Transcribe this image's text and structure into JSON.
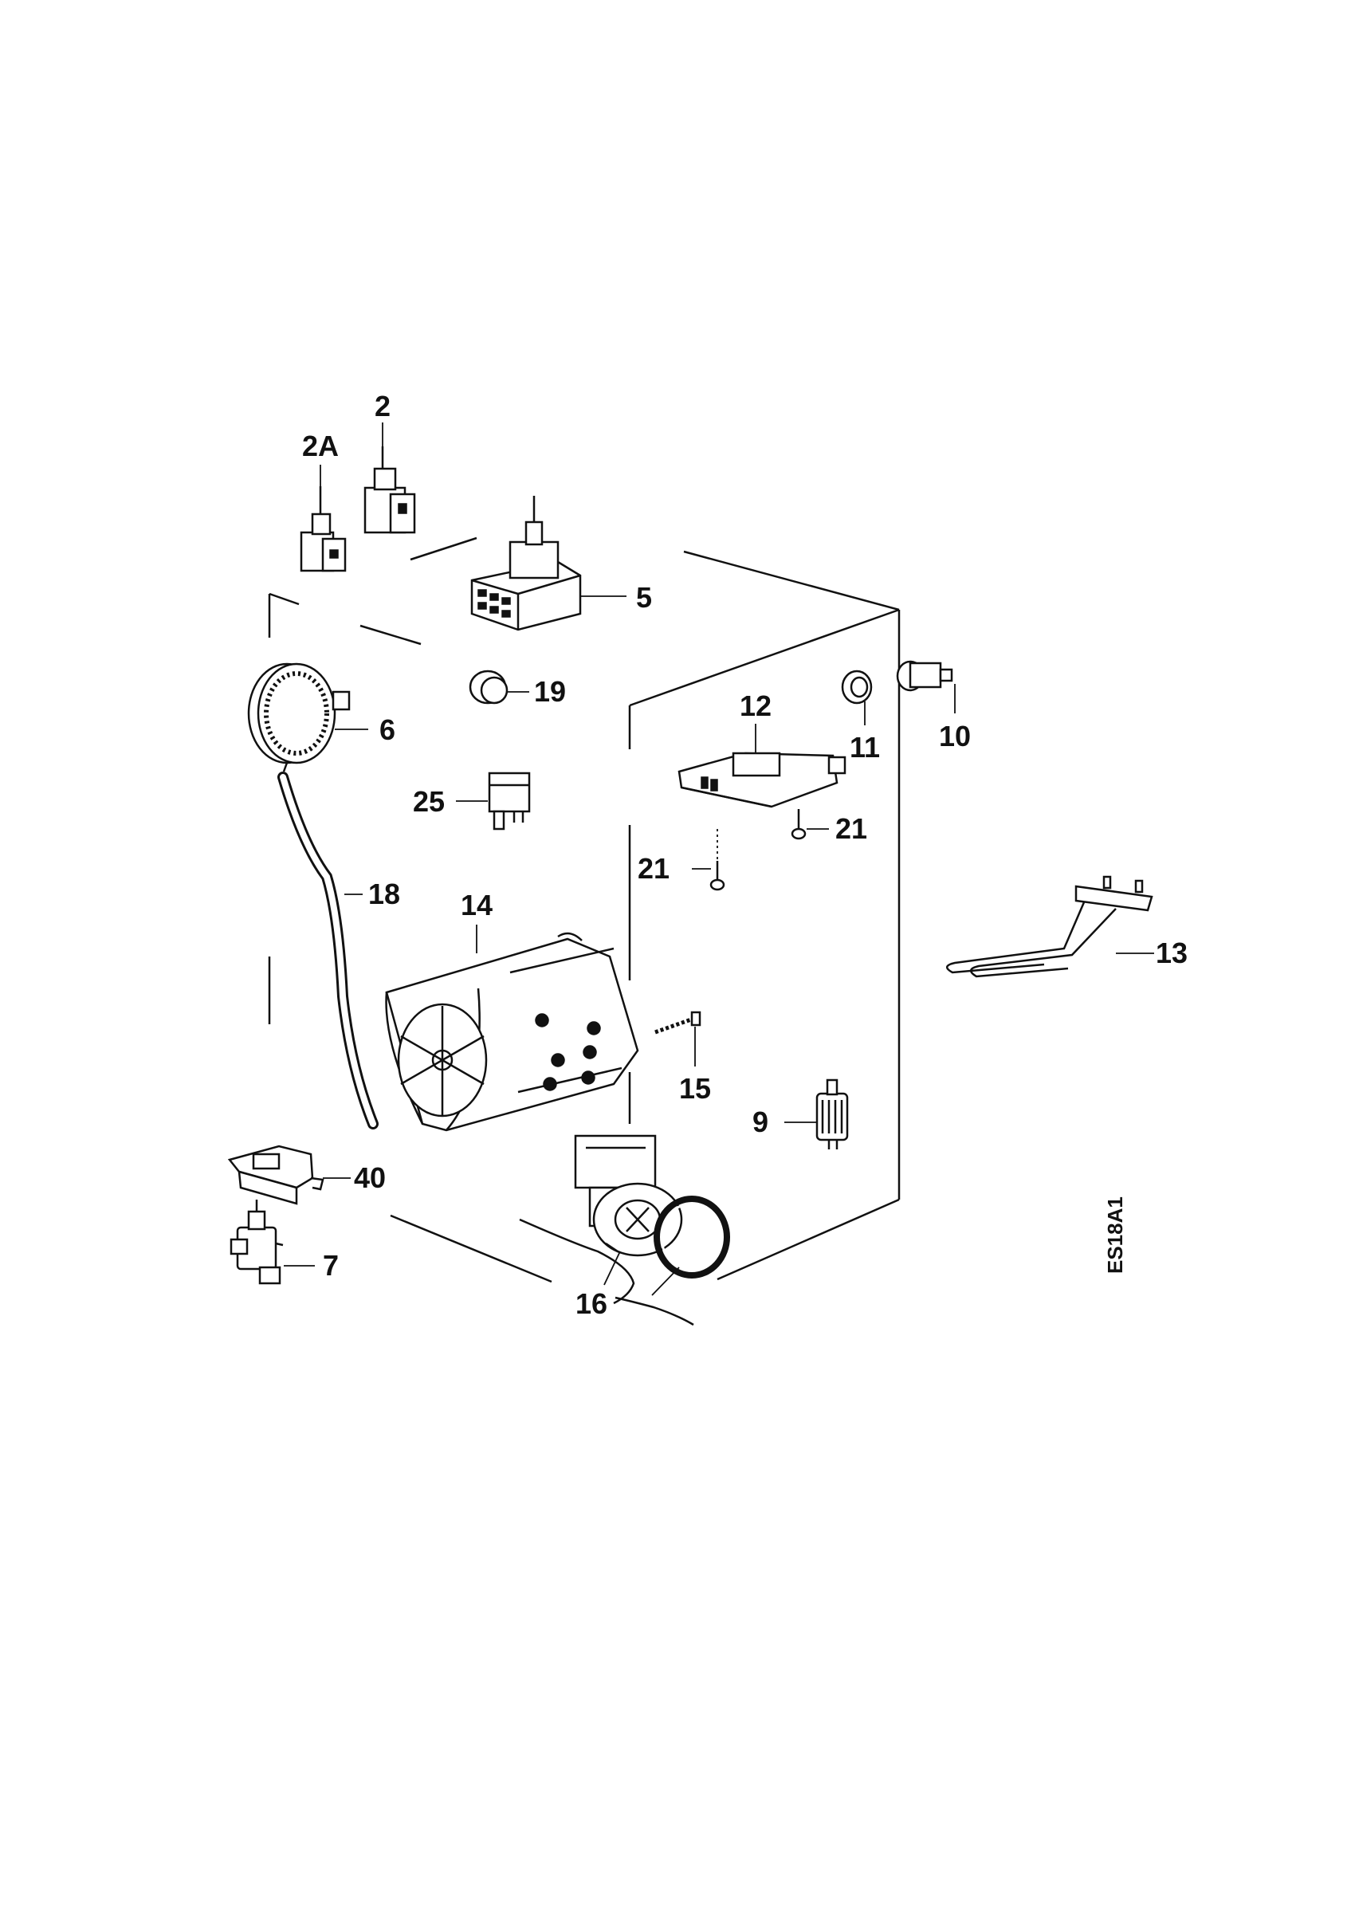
{
  "diagram": {
    "code": "ES18A1",
    "labels": {
      "p2": "2",
      "p2a": "2A",
      "p5": "5",
      "p6": "6",
      "p7": "7",
      "p9": "9",
      "p10": "10",
      "p11": "11",
      "p12": "12",
      "p13": "13",
      "p14": "14",
      "p15": "15",
      "p16": "16",
      "p18": "18",
      "p19": "19",
      "p21a": "21",
      "p21b": "21",
      "p25": "25",
      "p40": "40"
    }
  }
}
